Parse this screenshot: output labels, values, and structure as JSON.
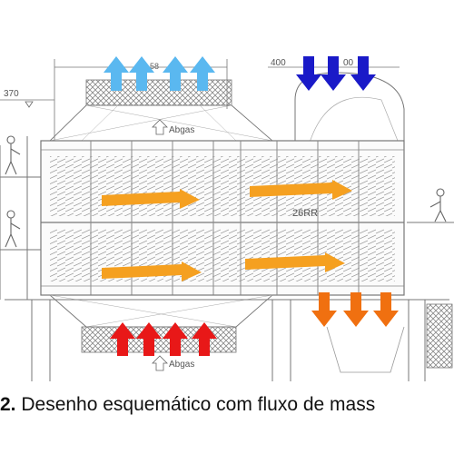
{
  "figure": {
    "dimension_left": "370",
    "dimension_top_left": "400",
    "dimension_top_right": "00",
    "label_abgas_top": "Abgas",
    "label_abgas_bottom": "Abgas",
    "label_center": "26RR",
    "label_stub": "58",
    "colors": {
      "inlet_top": "#5ab8f0",
      "outlet_top": "#1a1ac8",
      "inlet_bottom": "#e81818",
      "outlet_bottom": "#f07010",
      "flow": "#f5a020",
      "line": "#6a6a6a"
    }
  },
  "caption": {
    "number": "2.",
    "text": " Desenho esquemático com fluxo de mass"
  }
}
